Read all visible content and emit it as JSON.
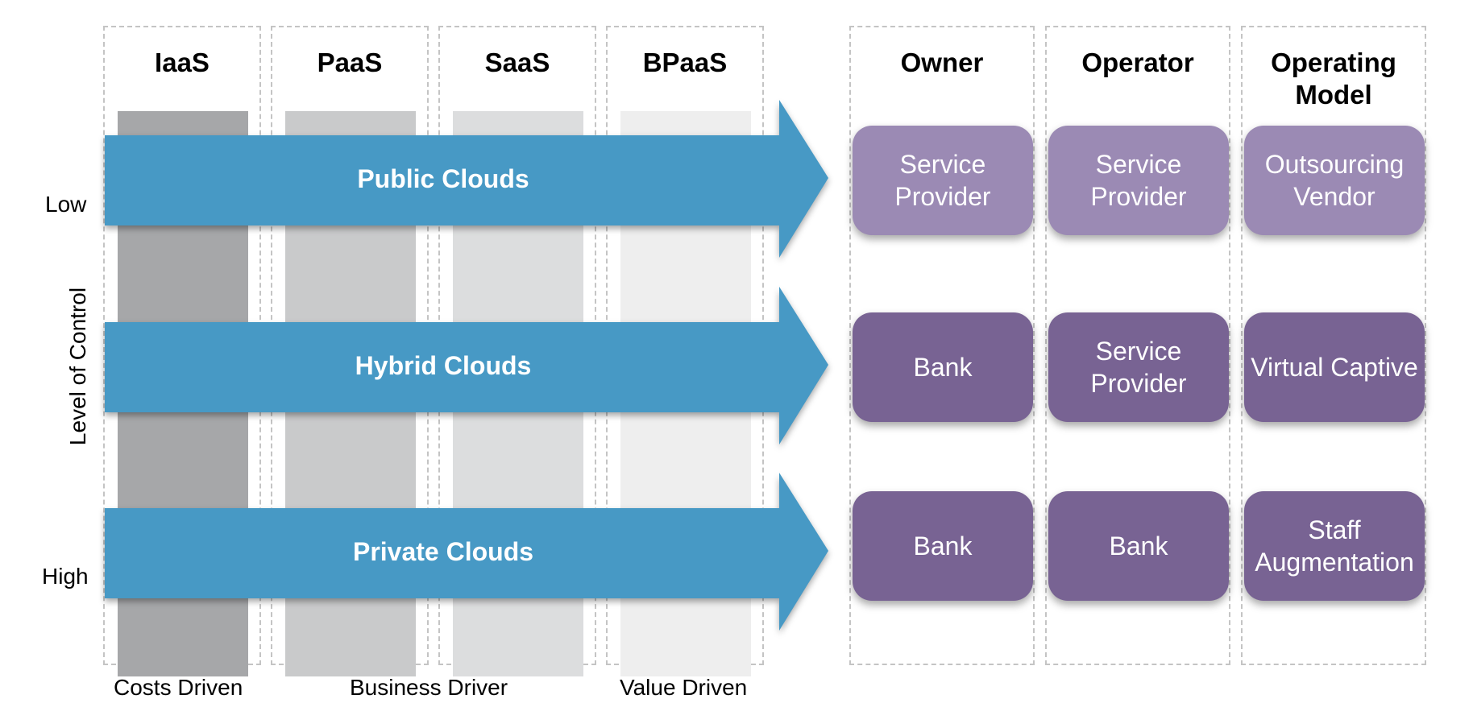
{
  "service_models": [
    "IaaS",
    "PaaS",
    "SaaS",
    "BPaaS"
  ],
  "arrows": [
    "Public Clouds",
    "Hybrid Clouds",
    "Private Clouds"
  ],
  "side_labels": {
    "axis": "Level of Control",
    "low": "Low",
    "high": "High"
  },
  "footer_labels": {
    "costs": "Costs Driven",
    "business": "Business Driver",
    "value": "Value Driven"
  },
  "right_headers": {
    "owner": "Owner",
    "operator": "Operator",
    "model_line1": "Operating",
    "model_line2": "Model"
  },
  "rows": [
    {
      "owner": [
        "Service",
        "Provider"
      ],
      "operator": [
        "Service",
        "Provider"
      ],
      "model": [
        "Outsourcing",
        "Vendor"
      ]
    },
    {
      "owner": [
        "Bank"
      ],
      "operator": [
        "Service",
        "Provider"
      ],
      "model": [
        "Virtual Captive"
      ]
    },
    {
      "owner": [
        "Bank"
      ],
      "operator": [
        "Bank"
      ],
      "model": [
        "Staff",
        "Augmentation"
      ]
    }
  ],
  "colors": {
    "arrow": "#4799c5",
    "box_light": "#9b8ab4",
    "box_dark": "#786393",
    "bars": [
      "#a6a7a9",
      "#c9cacb",
      "#dcddde",
      "#eeeeee"
    ]
  }
}
